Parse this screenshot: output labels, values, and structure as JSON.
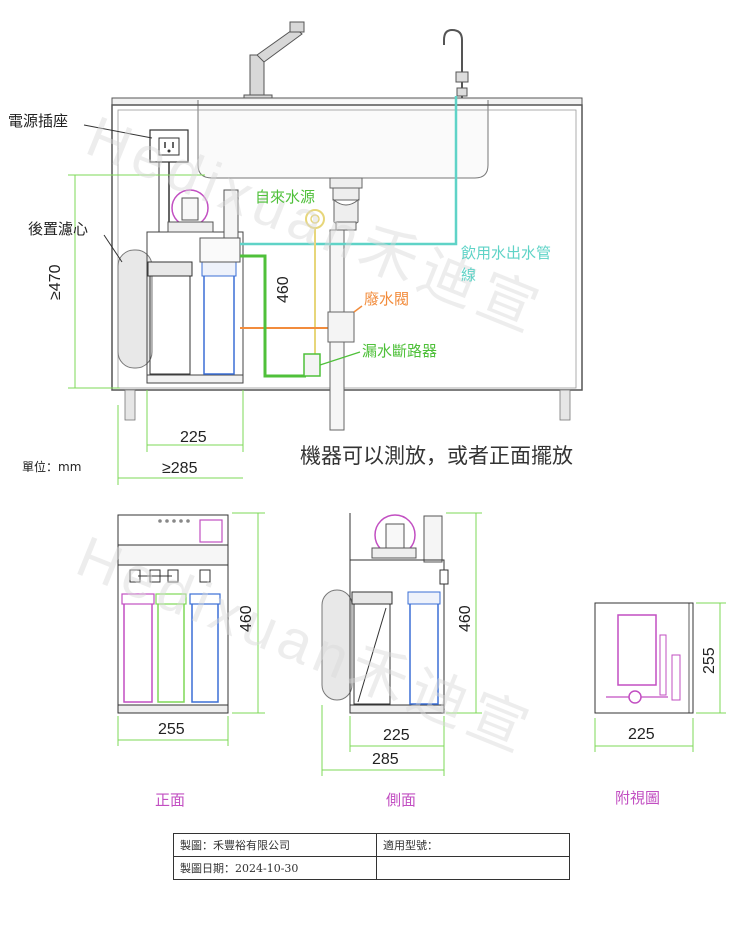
{
  "labels": {
    "power_socket": "電源插座",
    "rear_filter": "後置濾心",
    "tap_water_source": "自來水源",
    "drinking_outlet_line_1": "飲用水出水管",
    "drinking_outlet_line_2": "線",
    "waste_valve": "廢水閥",
    "leak_breaker": "漏水斷路器",
    "unit": "單位：mm",
    "placement_note": "機器可以測放，或者正面擺放",
    "front_view": "正面",
    "side_view": "側面",
    "top_view": "附視圖",
    "watermark": "Hedixuan禾迪宣"
  },
  "dimensions": {
    "main_height": "≥470",
    "main_460": "460",
    "main_width_225": "225",
    "main_width_285": "≥285",
    "front_height": "460",
    "front_width": "255",
    "side_height": "460",
    "side_width_225": "225",
    "side_width_285": "285",
    "top_height": "255",
    "top_width": "225"
  },
  "info_table": {
    "maker": "製圖：禾豐裕有限公司",
    "model": "適用型號：",
    "date": "製圖日期：2024-10-30",
    "blank": ""
  },
  "colors": {
    "dimension_green": "#7ed957",
    "pipe_green": "#4fc03a",
    "cyan_outlet": "#5fd3c7",
    "orange_waste": "#f28c3c",
    "purple_housing": "#c24fc2",
    "blue_housing": "#3b6fd6",
    "view_title_pink": "#c24fc2"
  }
}
